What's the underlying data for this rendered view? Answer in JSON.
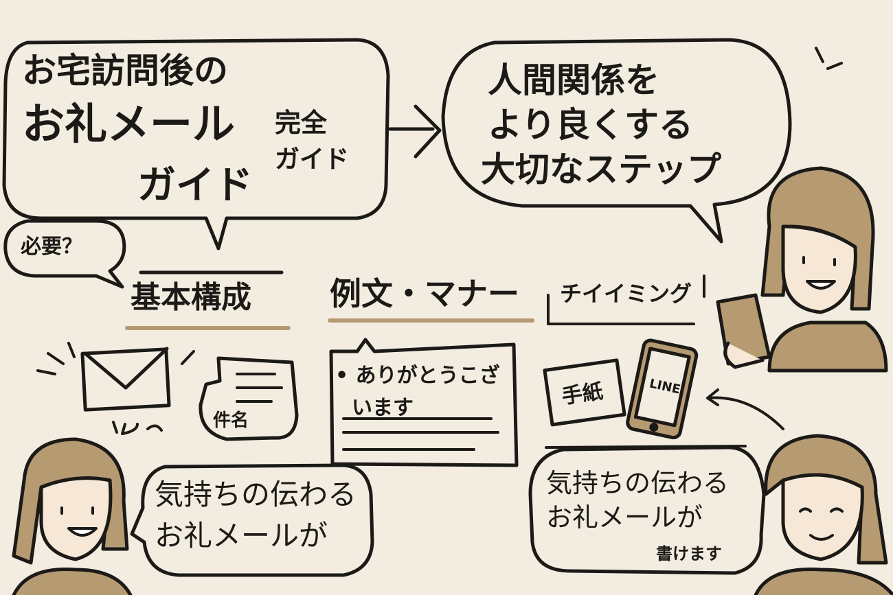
{
  "colors": {
    "background": "#f3ede1",
    "ink": "#1c1a17",
    "accent": "#b59a72",
    "skin": "#f6e7d6"
  },
  "title_bubble": {
    "line1": "お宅訪問後の",
    "line2": "お礼メール",
    "line3": "ガイド",
    "side1": "完全",
    "side2": "ガイド"
  },
  "subtitle_bubble": {
    "line1": "人間関係を",
    "line2": "より良くする",
    "line3": "大切なステップ"
  },
  "question_bubble": {
    "text": "必要？"
  },
  "sections": [
    {
      "label": "基本構成"
    },
    {
      "label": "例文・マナー"
    },
    {
      "label": "チイイミング"
    }
  ],
  "basic": {
    "subject_label": "件名",
    "icons": [
      "envelope-icon",
      "document-icon"
    ]
  },
  "example": {
    "line1": "• ありがとうこざ",
    "line2": "います"
  },
  "timing": {
    "letter_label": "手紙",
    "phone_label": "LINE"
  },
  "bottom_left_bubble": {
    "line1": "気持ちの伝わる",
    "line2": "お礼メールが"
  },
  "bottom_right_bubble": {
    "line1": "気持ちの伝わる",
    "line2": "お礼メールが",
    "line3": "書けます"
  }
}
